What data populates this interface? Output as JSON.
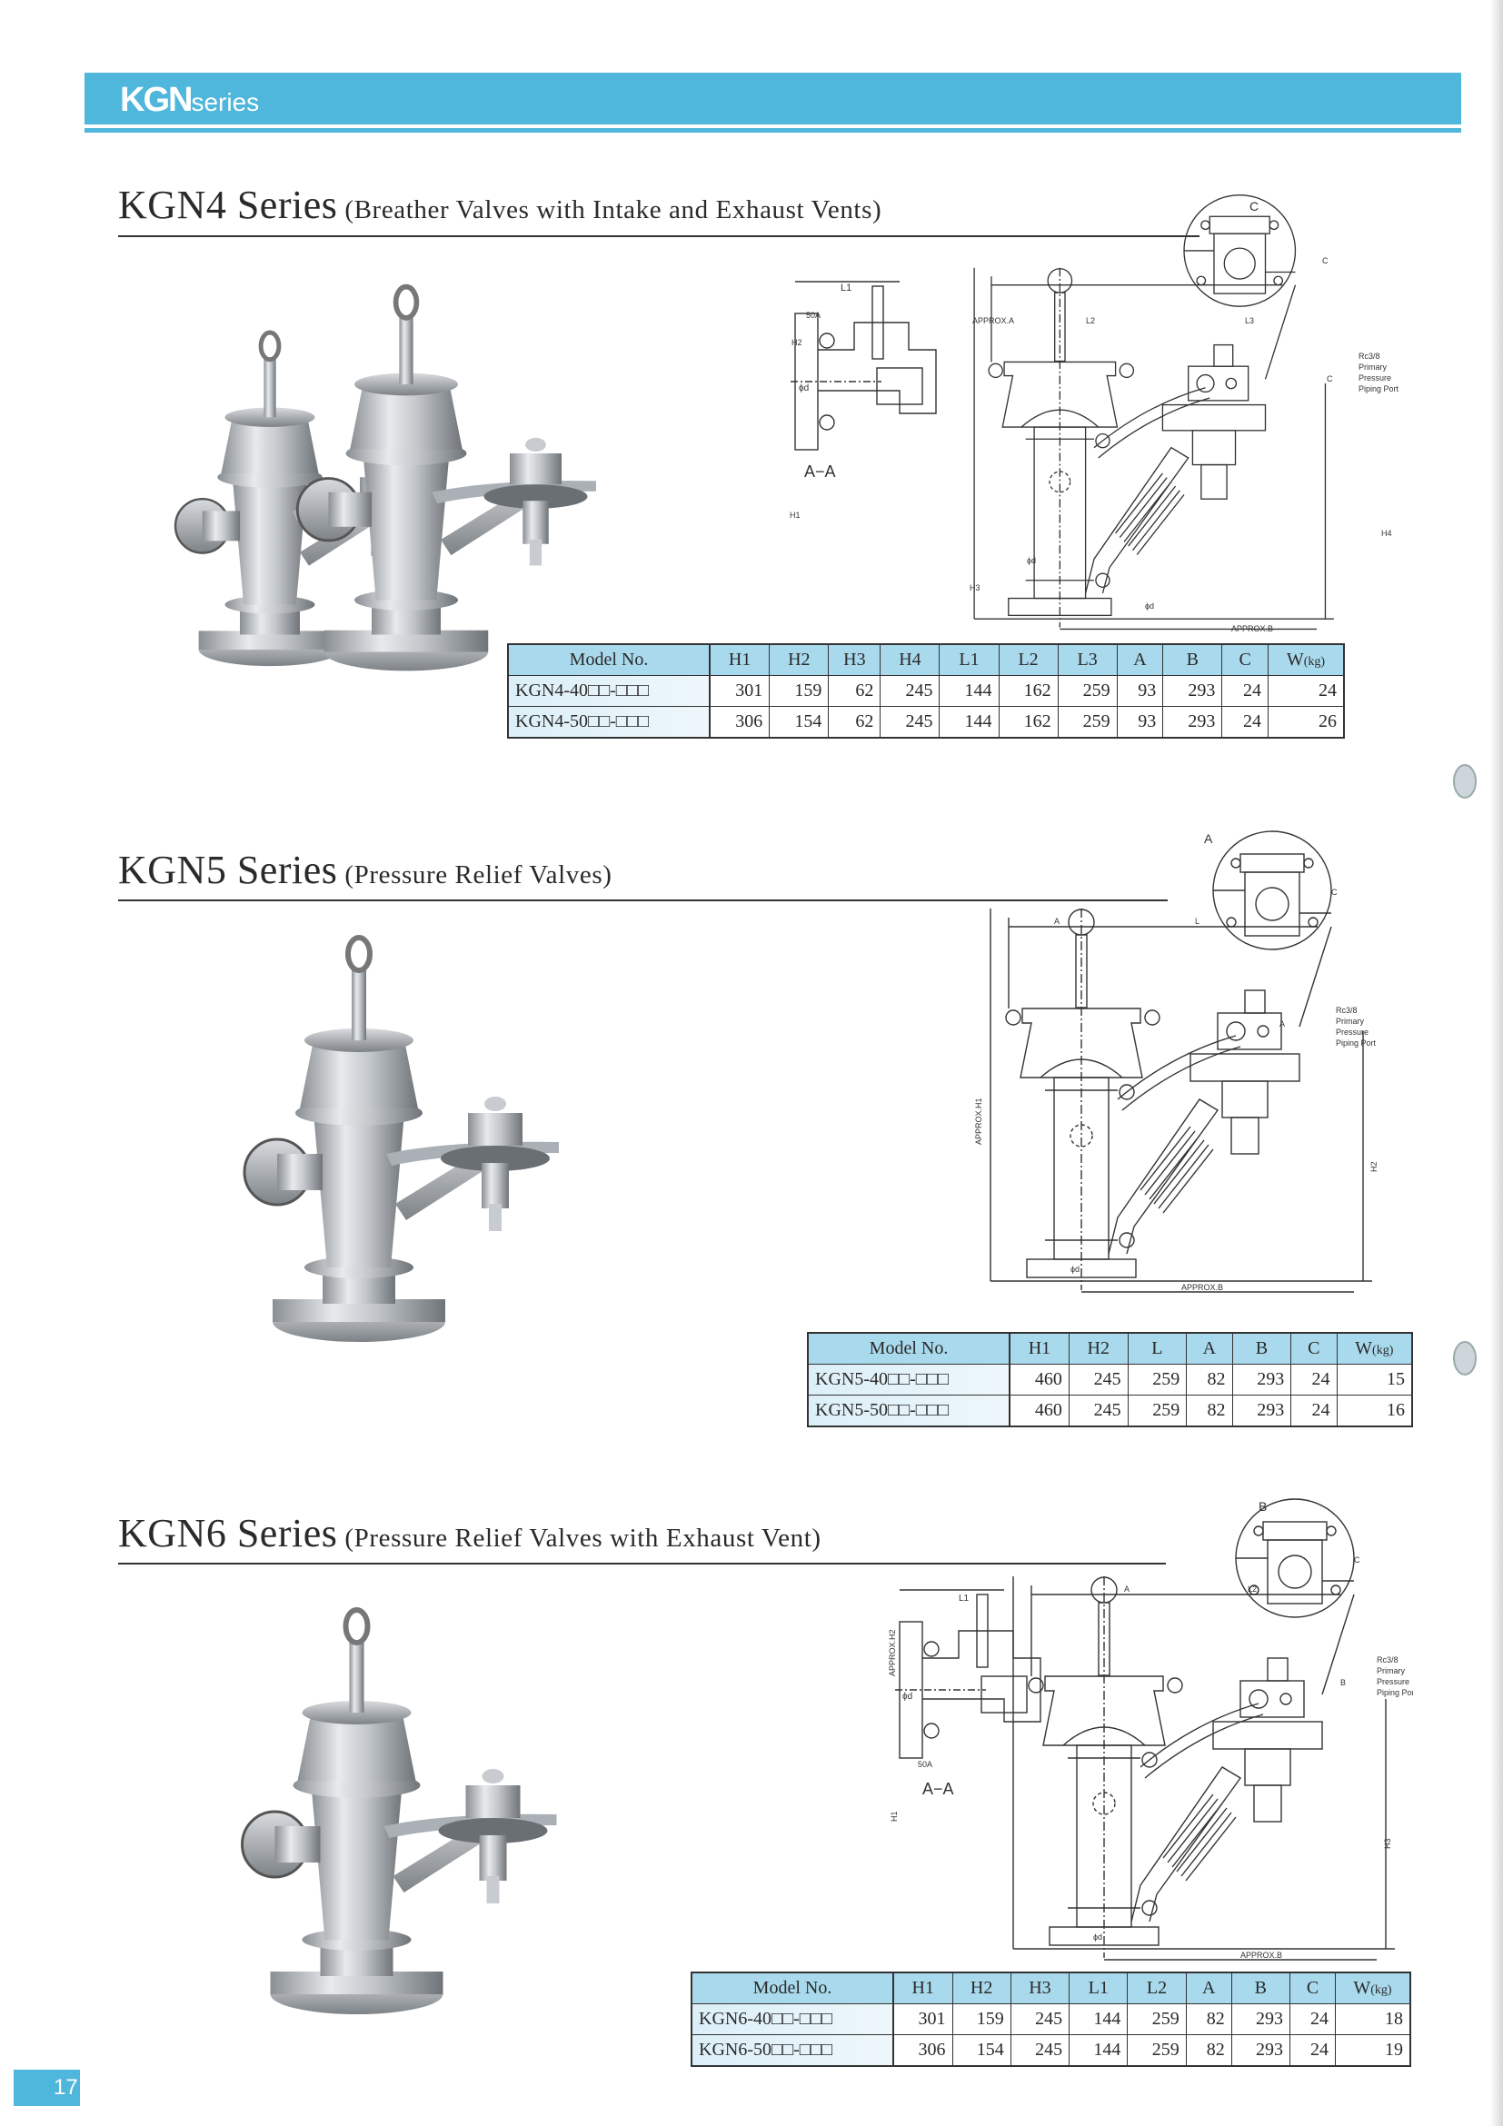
{
  "header": {
    "brand_main": "KGN",
    "brand_sub": "series"
  },
  "page_number": "17",
  "colors": {
    "accent": "#4fb6dc",
    "table_header": "#a9d9ec"
  },
  "sections": {
    "kgn4": {
      "title": "KGN4 Series",
      "subtitle": "(Breather Valves with Intake and Exhaust Vents)",
      "drawing": {
        "l1": "L1",
        "size": "50A",
        "phid": "ϕd",
        "section": "A−A",
        "approx_a": "APPROX.A",
        "l2": "L2",
        "l3": "L3",
        "c": "C",
        "c2": "C",
        "c3": "C",
        "port1": "Rc3/8",
        "port2": "Primary",
        "port3": "Pressure",
        "port4": "Piping Port",
        "h1": "H1",
        "h2": "H2",
        "h3": "H3",
        "h4": "H4",
        "approx_b": "APPROX.B",
        "phid2": "ϕd",
        "phid3": "ϕd"
      },
      "table": {
        "headers": [
          "Model No.",
          "H1",
          "H2",
          "H3",
          "H4",
          "L1",
          "L2",
          "L3",
          "A",
          "B",
          "C",
          "W"
        ],
        "unit": "(kg)",
        "rows": [
          [
            "KGN4-40□□-□□□",
            "301",
            "159",
            "62",
            "245",
            "144",
            "162",
            "259",
            "93",
            "293",
            "24",
            "24"
          ],
          [
            "KGN4-50□□-□□□",
            "306",
            "154",
            "62",
            "245",
            "144",
            "162",
            "259",
            "93",
            "293",
            "24",
            "26"
          ]
        ]
      }
    },
    "kgn5": {
      "title": "KGN5 Series",
      "subtitle": "(Pressure Relief Valves)",
      "drawing": {
        "a": "A",
        "a2": "A",
        "a3": "A",
        "l": "L",
        "port1": "Rc3/8",
        "port2": "Primary",
        "port3": "Pressure",
        "port4": "Piping Port",
        "h1": "APPROX.H1",
        "h2": "H2",
        "c": "C",
        "phid": "ϕd",
        "approx_b": "APPROX.B"
      },
      "table": {
        "headers": [
          "Model No.",
          "H1",
          "H2",
          "L",
          "A",
          "B",
          "C",
          "W"
        ],
        "unit": "(kg)",
        "rows": [
          [
            "KGN5-40□□-□□□",
            "460",
            "245",
            "259",
            "82",
            "293",
            "24",
            "15"
          ],
          [
            "KGN5-50□□-□□□",
            "460",
            "245",
            "259",
            "82",
            "293",
            "24",
            "16"
          ]
        ]
      }
    },
    "kgn6": {
      "title": "KGN6 Series",
      "subtitle": "(Pressure Relief Valves with Exhaust Vent)",
      "drawing": {
        "l1": "L1",
        "h2": "APPROX.H2",
        "phid": "ϕd",
        "size": "50A",
        "section": "A−A",
        "h1": "H1",
        "a": "A",
        "l2": "L2",
        "b": "B",
        "b2": "B",
        "port1": "Rc3/8",
        "port2": "Primary",
        "port3": "Pressure",
        "port4": "Piping Port",
        "h3": "H3",
        "c": "C",
        "phid2": "ϕd",
        "approx_b": "APPROX.B"
      },
      "table": {
        "headers": [
          "Model No.",
          "H1",
          "H2",
          "H3",
          "L1",
          "L2",
          "A",
          "B",
          "C",
          "W"
        ],
        "unit": "(kg)",
        "rows": [
          [
            "KGN6-40□□-□□□",
            "301",
            "159",
            "245",
            "144",
            "259",
            "82",
            "293",
            "24",
            "18"
          ],
          [
            "KGN6-50□□-□□□",
            "306",
            "154",
            "245",
            "144",
            "259",
            "82",
            "293",
            "24",
            "19"
          ]
        ]
      }
    }
  }
}
